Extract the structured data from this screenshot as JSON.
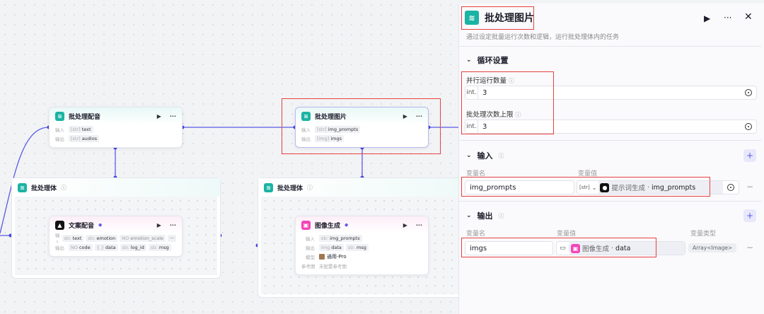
{
  "canvas": {
    "node_audio_batch": {
      "title": "批处理配音",
      "input_label": "输入",
      "input_type": "[str]",
      "input": "text",
      "output_label": "输出",
      "output_type": "[str]",
      "output": "audios"
    },
    "container_left": {
      "title": "批处理体"
    },
    "node_tts": {
      "title": "文案配音",
      "input_label": "输入",
      "inputs": [
        {
          "type": "str.",
          "name": "text"
        },
        {
          "type": "str.",
          "name": "emotion"
        },
        {
          "type": "NO",
          "name": "emotion_scale"
        }
      ],
      "more": "···",
      "output_label": "输出",
      "outputs": [
        {
          "type": "NO",
          "name": "code"
        },
        {
          "type": "{ }",
          "name": "data"
        },
        {
          "type": "str.",
          "name": "log_id"
        },
        {
          "type": "str.",
          "name": "msg"
        }
      ]
    },
    "node_img_batch": {
      "title": "批处理图片",
      "input_label": "输入",
      "input_type": "[str]",
      "input": "img_prompts",
      "output_label": "输出",
      "output_type": "[img]",
      "output": "imgs"
    },
    "container_right": {
      "title": "批处理体"
    },
    "node_imggen": {
      "title": "图像生成",
      "input_label": "输入",
      "input_type": "str.",
      "input": "img_prompts",
      "output_label": "输出",
      "outputs": [
        {
          "type": "img",
          "name": "data"
        },
        {
          "type": "str.",
          "name": "msg"
        }
      ],
      "model_label": "模型",
      "model": "通用-Pro",
      "ref_label": "参考图",
      "ref": "未配置参考图"
    }
  },
  "panel": {
    "title": "批处理图片",
    "description": "通过设定批量运行次数和逻辑，运行批处理体内的任务",
    "loop": {
      "title": "循环设置",
      "parallel_label": "并行运行数量",
      "parallel_type": "int.",
      "parallel_value": "3",
      "max_label": "批处理次数上限",
      "max_type": "int.",
      "max_value": "3"
    },
    "input": {
      "title": "输入",
      "col_name": "变量名",
      "col_value": "变量值",
      "name": "img_prompts",
      "type": "[str]",
      "source_node": "提示词生成",
      "source_sep": " · ",
      "source_var": "img_prompts"
    },
    "output": {
      "title": "输出",
      "col_name": "变量名",
      "col_value": "变量值",
      "col_type": "变量类型",
      "name": "imgs",
      "source_node": "图像生成",
      "source_sep": " · ",
      "source_var": "data",
      "var_type": "Array<Image>"
    }
  },
  "colors": {
    "accent": "#5a5ae6",
    "teal": "#1bb3a3",
    "pink": "#f046b8",
    "highlight": "#e8413f"
  }
}
